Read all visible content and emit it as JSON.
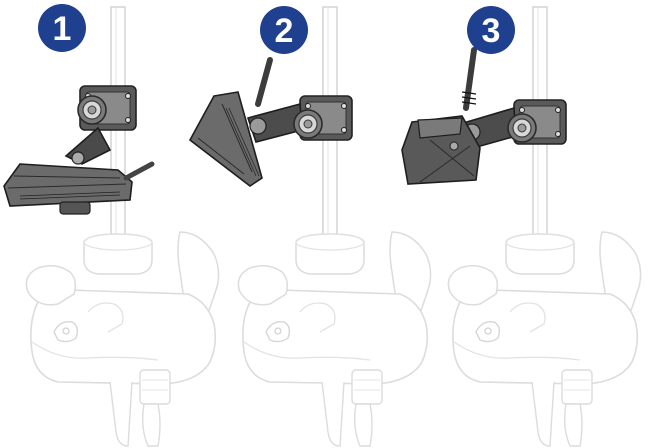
{
  "diagram": {
    "steps": [
      {
        "number": "1",
        "part": "mount-bracket"
      },
      {
        "number": "2",
        "part": "mount-bracket"
      },
      {
        "number": "3",
        "part": "mount-bracket"
      }
    ],
    "colors": {
      "badge": "#1f3f8f",
      "bracket_dark": "#3a3a3a",
      "bracket_mid": "#6b6b6b",
      "bracket_light": "#9a9a9a",
      "motor_outline": "#dedede",
      "shaft_outline": "#d4d4d4"
    }
  }
}
